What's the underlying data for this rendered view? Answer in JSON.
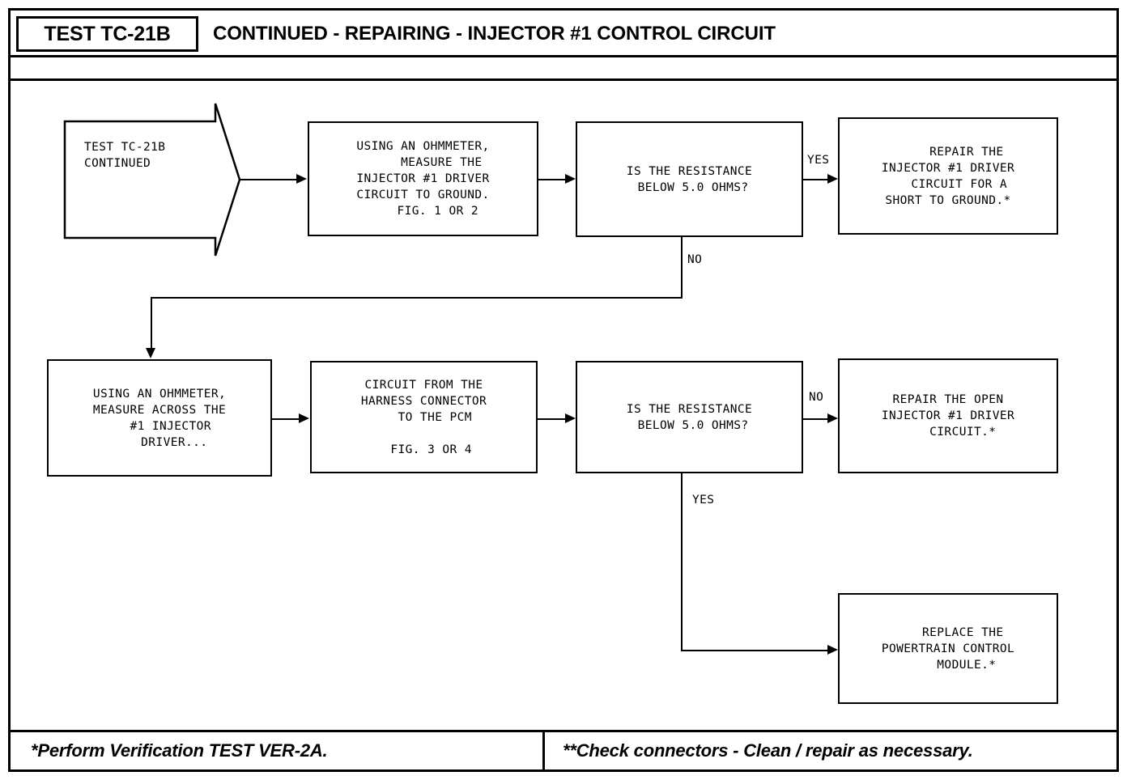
{
  "header": {
    "tag": "TEST TC-21B",
    "title": "CONTINUED - REPAIRING - INJECTOR #1 CONTROL CIRCUIT"
  },
  "flow": {
    "start": {
      "label": "TEST TC-21B\nCONTINUED"
    },
    "nodes": [
      {
        "id": "measure-to-ground",
        "text": "USING AN OHMMETER,\n     MEASURE THE\nINJECTOR #1 DRIVER\nCIRCUIT TO GROUND.\n    FIG. 1 OR 2"
      },
      {
        "id": "resistance-q1",
        "text": "IS THE RESISTANCE\n BELOW 5.0 OHMS?"
      },
      {
        "id": "repair-short-to-ground",
        "text": "     REPAIR THE\nINJECTOR #1 DRIVER\n   CIRCUIT FOR A\nSHORT TO GROUND.*"
      },
      {
        "id": "measure-across-driver",
        "text": "USING AN OHMMETER,\nMEASURE ACROSS THE\n   #1 INJECTOR\n    DRIVER..."
      },
      {
        "id": "circuit-harness-to-pcm",
        "text": "CIRCUIT FROM THE\nHARNESS CONNECTOR\n   TO THE PCM\n\n  FIG. 3 OR 4"
      },
      {
        "id": "resistance-q2",
        "text": "IS THE RESISTANCE\n BELOW 5.0 OHMS?"
      },
      {
        "id": "repair-open-circuit",
        "text": "REPAIR THE OPEN\nINJECTOR #1 DRIVER\n    CIRCUIT.*"
      },
      {
        "id": "replace-pcm",
        "text": "    REPLACE THE\nPOWERTRAIN CONTROL\n     MODULE.*"
      }
    ],
    "branches": {
      "q1_yes": "YES",
      "q1_no": "NO",
      "q2_no": "NO",
      "q2_yes": "YES"
    }
  },
  "footer": {
    "left": "*Perform Verification TEST VER-2A.",
    "right": "**Check connectors - Clean / repair as necessary."
  }
}
